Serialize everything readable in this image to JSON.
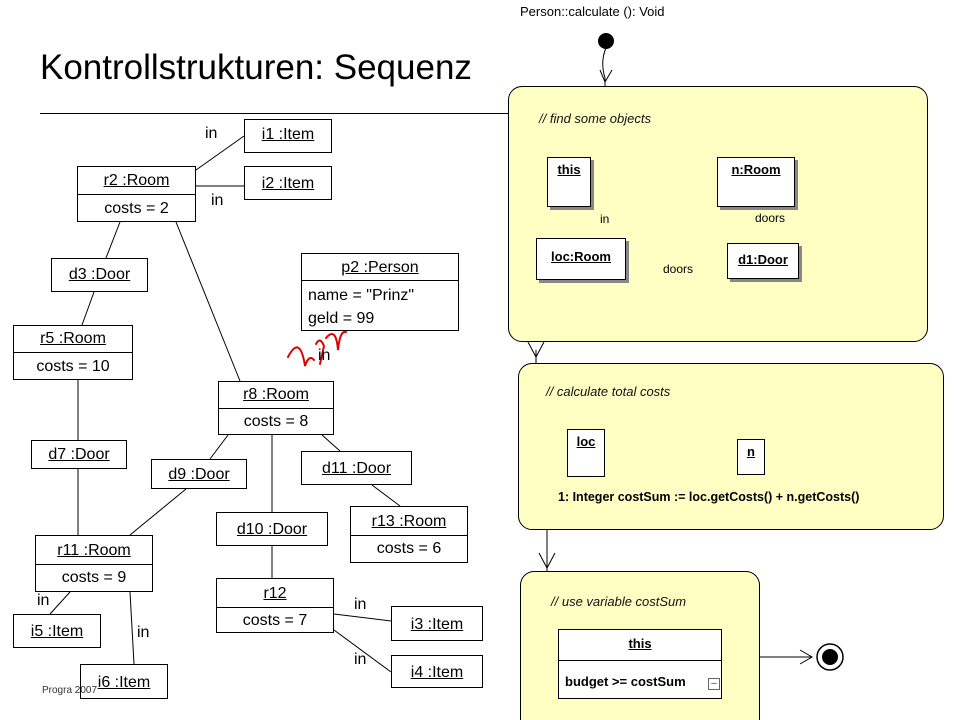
{
  "title": "Kontrollstrukturen: Sequenz",
  "footer": "Progra                     2007",
  "objects": {
    "i1": {
      "name": "i1 :Item"
    },
    "i2": {
      "name": "i2 :Item"
    },
    "r2": {
      "name": "r2 :Room",
      "attr": "costs = 2"
    },
    "d3": {
      "name": "d3 :Door"
    },
    "p2": {
      "name": "p2 :Person",
      "attr1": "name = \"Prinz\"",
      "attr2": "geld = 99"
    },
    "r5": {
      "name": "r5 :Room",
      "attr": "costs = 10"
    },
    "r8": {
      "name": "r8 :Room",
      "attr": "costs = 8"
    },
    "d7": {
      "name": "d7 :Door"
    },
    "d9": {
      "name": "d9 :Door"
    },
    "d11": {
      "name": "d11 :Door"
    },
    "d10": {
      "name": "d10 :Door"
    },
    "r13": {
      "name": "r13 :Room",
      "attr": "costs = 6"
    },
    "r11": {
      "name": "r11 :Room",
      "attr": "costs = 9"
    },
    "r12": {
      "name": "r12",
      "attr": "costs = 7"
    },
    "i3": {
      "name": "i3 :Item"
    },
    "i4": {
      "name": "i4 :Item"
    },
    "i5": {
      "name": "i5 :Item"
    },
    "i6": {
      "name": "i6 :Item"
    }
  },
  "link_labels": {
    "in": "in"
  },
  "activity": {
    "caption": "Person::calculate (): Void",
    "block1": {
      "comment": "// find some objects",
      "this": "this",
      "n": "n:Room",
      "loc": "loc:Room",
      "d1": "d1:Door",
      "link_in": "in",
      "link_doors_right": "doors",
      "link_doors_bottom": "doors"
    },
    "block2": {
      "comment": "// calculate total costs",
      "loc": "loc",
      "n": "n",
      "statement": "1: Integer costSum := loc.getCosts() + n.getCosts()"
    },
    "block3": {
      "comment": "// use variable costSum",
      "this": "this",
      "constraint": "budget >= costSum",
      "collapse": "–"
    }
  },
  "colors": {
    "activity_fill": "#ffffc4",
    "annotation_red": "#e00000"
  }
}
